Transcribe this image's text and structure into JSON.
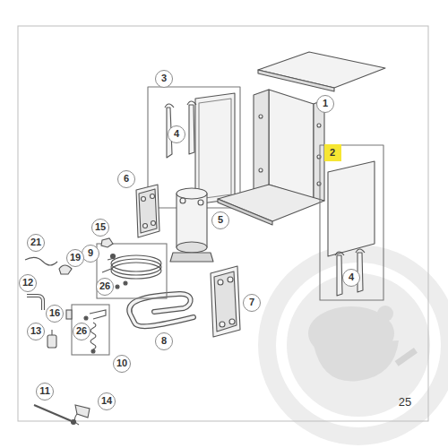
{
  "diagram": {
    "labels": [
      "1",
      "2",
      "3",
      "4",
      "4",
      "5",
      "6",
      "7",
      "8",
      "9",
      "10",
      "11",
      "12",
      "13",
      "14",
      "15",
      "16",
      "19",
      "21",
      "25",
      "26",
      "26"
    ]
  }
}
